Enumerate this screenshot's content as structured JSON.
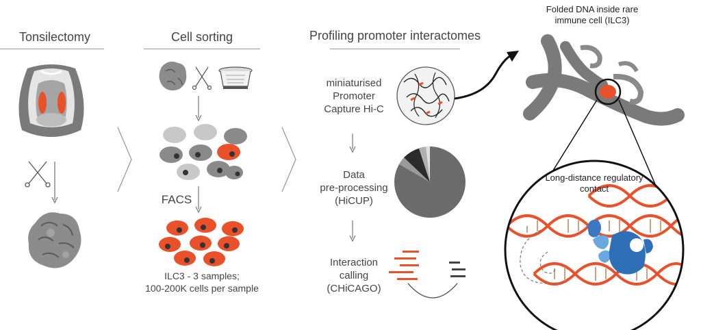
{
  "sections": {
    "tonsillectomy": "Tonsilectomy",
    "cell_sorting": "Cell sorting",
    "profiling": "Profiling promoter interactomes"
  },
  "cell_sorting": {
    "facs": "FACS",
    "samples": "ILC3 - 3 samples;\n100-200K cells per sample"
  },
  "profiling": {
    "step1": "miniaturised\nPromoter\nCapture Hi-C",
    "step2": "Data\npre-processing\n(HiCUP)",
    "step3": "Interaction\ncalling\n(CHiCAGO)"
  },
  "dna": {
    "caption": "Folded DNA inside rare\nimmune cell (ILC3)",
    "contact": "Long-distance regulatory\ncontact"
  },
  "colors": {
    "accent": "#e8512a",
    "grey_dark": "#666666",
    "grey_mid": "#8a8a8a",
    "grey_light": "#c8c8c8",
    "protein_blue": "#3a78c2",
    "protein_light": "#6aa8e0"
  }
}
